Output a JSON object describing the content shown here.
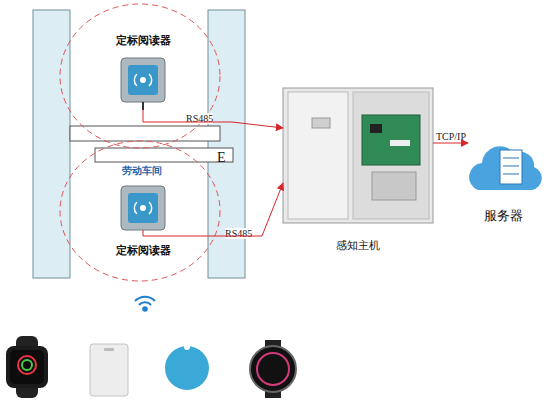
{
  "diagram": {
    "nodes": [
      {
        "text": [
          "定标阅读器"
        ]
      },
      {
        "text": [
          "定标阅读器"
        ]
      },
      {
        "text": [
          "感知主机"
        ]
      },
      {
        "text": [
          "服务器"
        ]
      }
    ],
    "edges": [
      {
        "from": 0,
        "to": 2,
        "arrow": "to",
        "label": "RS485"
      },
      {
        "from": 1,
        "to": 2,
        "arrow": "to",
        "label": "RS485"
      },
      {
        "from": 2,
        "to": 3,
        "arrow": "to",
        "label": "TCP/IP"
      }
    ],
    "labels": [
      "劳动车间",
      "E"
    ]
  }
}
